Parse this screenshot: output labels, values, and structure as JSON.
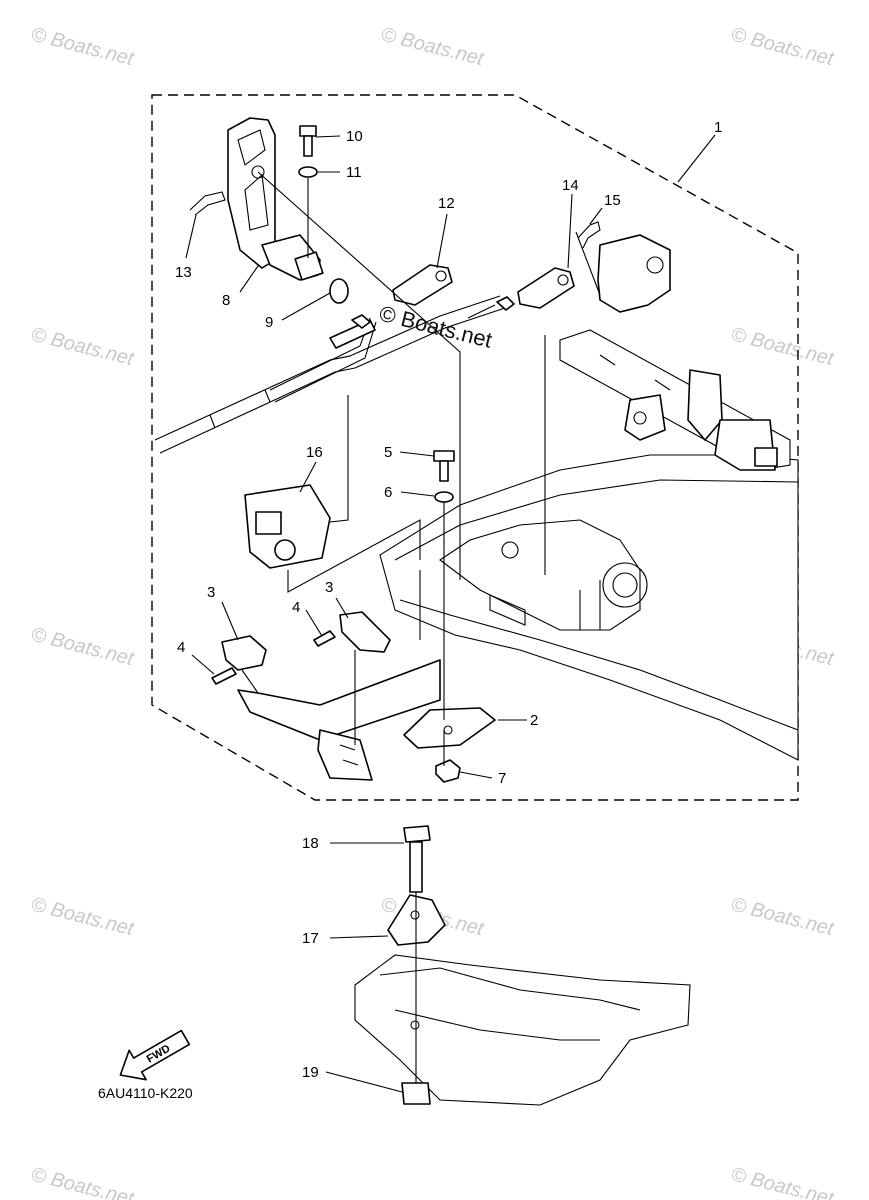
{
  "watermark": {
    "text": "© Boats.net"
  },
  "diagram": {
    "code": "6AU4110-K220",
    "fwd_label": "FWD",
    "callouts": [
      "1",
      "2",
      "3",
      "3",
      "4",
      "4",
      "5",
      "6",
      "7",
      "8",
      "9",
      "10",
      "11",
      "12",
      "13",
      "14",
      "15",
      "16",
      "17",
      "18",
      "19"
    ]
  },
  "colors": {
    "line": "#000000",
    "background": "#ffffff",
    "watermark": "#c8c8c8"
  }
}
